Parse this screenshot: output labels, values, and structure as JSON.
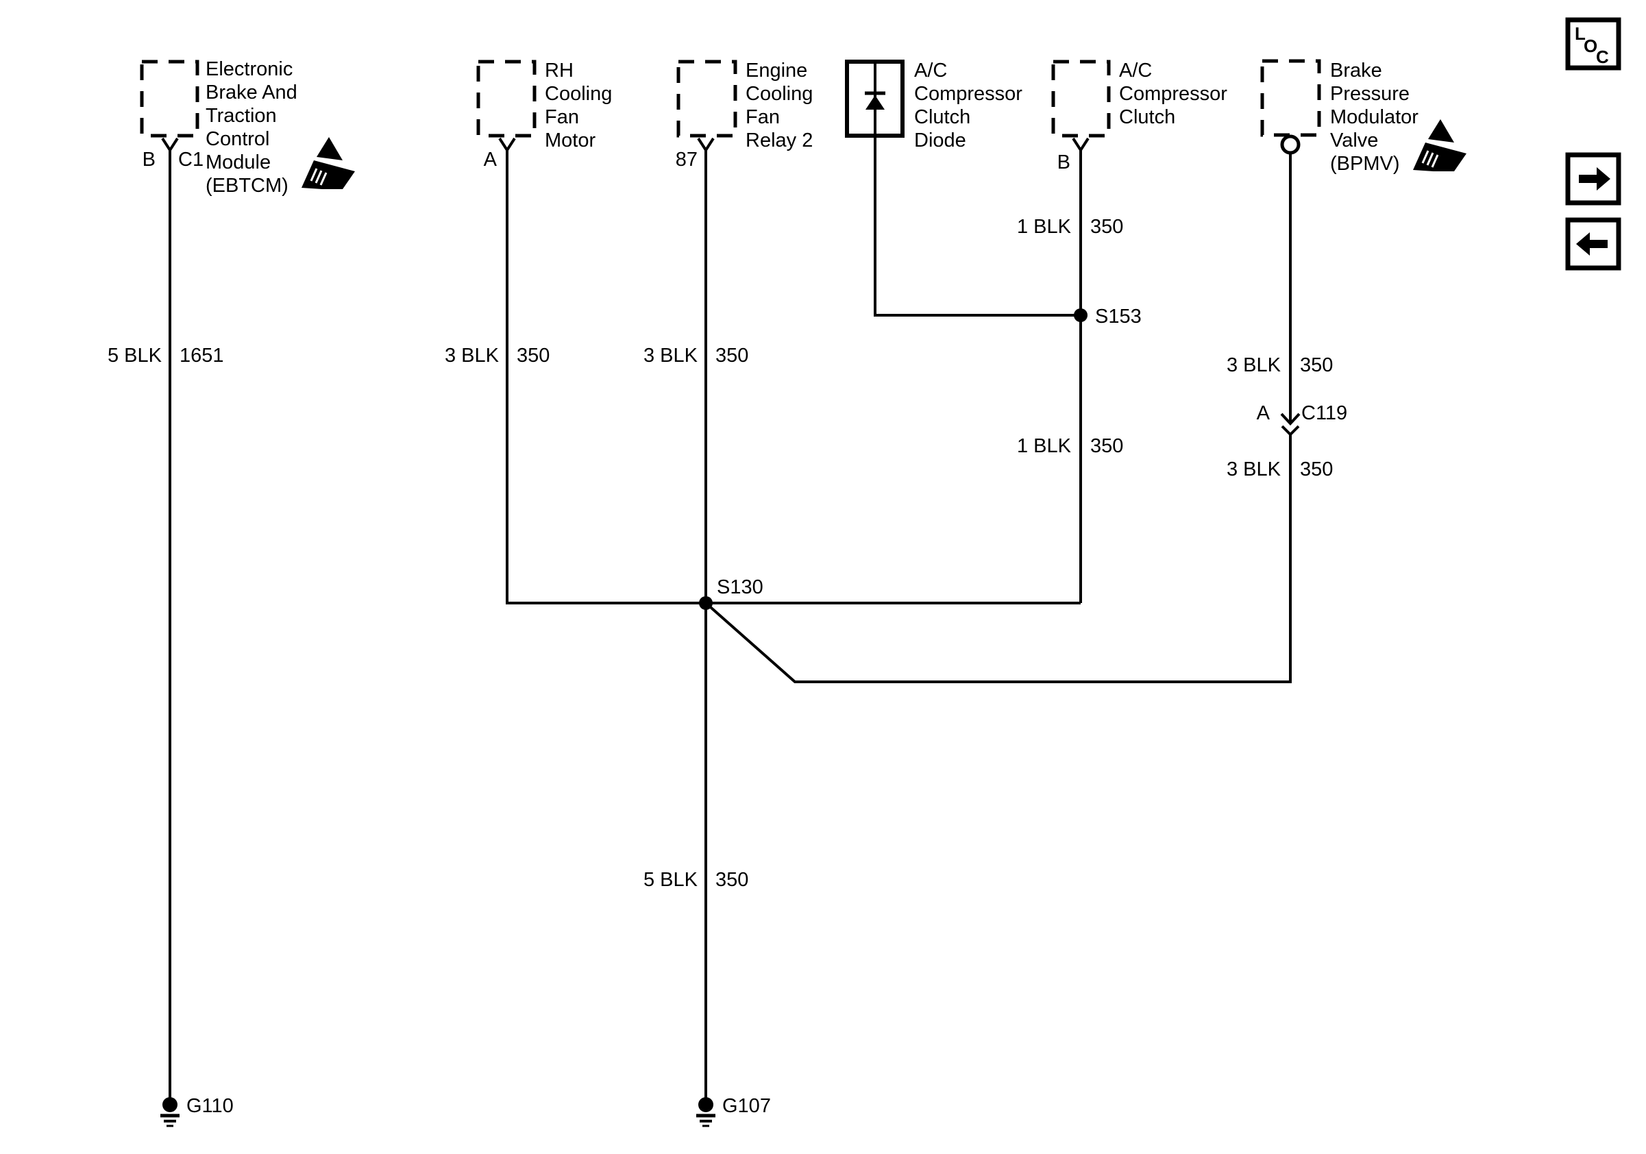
{
  "colors": {
    "ink": "#000000",
    "paper": "#ffffff"
  },
  "components": {
    "ebtcm": {
      "lines": [
        "Electronic",
        "Brake And",
        "Traction",
        "Control",
        "Module",
        "(EBTCM)"
      ],
      "pin_b": "B",
      "pin_c1": "C1"
    },
    "rh_fan": {
      "lines": [
        "RH",
        "Cooling",
        "Fan",
        "Motor"
      ],
      "pin_a": "A"
    },
    "fan_relay": {
      "lines": [
        "Engine",
        "Cooling",
        "Fan",
        "Relay 2"
      ],
      "pin_87": "87"
    },
    "clutch_diode": {
      "lines": [
        "A/C",
        "Compressor",
        "Clutch",
        "Diode"
      ]
    },
    "ac_clutch": {
      "lines": [
        "A/C",
        "Compressor",
        "Clutch"
      ],
      "pin_b": "B"
    },
    "bpmv": {
      "lines": [
        "Brake",
        "Pressure",
        "Modulator",
        "Valve",
        "(BPMV)"
      ]
    }
  },
  "wires": {
    "ebtcm_ground": {
      "size": "5 BLK",
      "circuit": "1651"
    },
    "rh_fan": {
      "size": "3 BLK",
      "circuit": "350"
    },
    "fan_relay": {
      "size": "3 BLK",
      "circuit": "350"
    },
    "clutch_above_s153": {
      "size": "1 BLK",
      "circuit": "350"
    },
    "clutch_below_s153": {
      "size": "1 BLK",
      "circuit": "350"
    },
    "bpmv_above_c119": {
      "size": "3 BLK",
      "circuit": "350"
    },
    "bpmv_below_c119": {
      "size": "3 BLK",
      "circuit": "350"
    },
    "relay_ground": {
      "size": "5 BLK",
      "circuit": "350"
    }
  },
  "splices": {
    "s153": "S153",
    "s130": "S130"
  },
  "inline_connector": {
    "pin": "A",
    "label": "C119"
  },
  "grounds": {
    "g110": "G110",
    "g107": "G107"
  },
  "toolbar": {
    "loc_l": "L",
    "loc_o": "O",
    "loc_c": "C"
  }
}
